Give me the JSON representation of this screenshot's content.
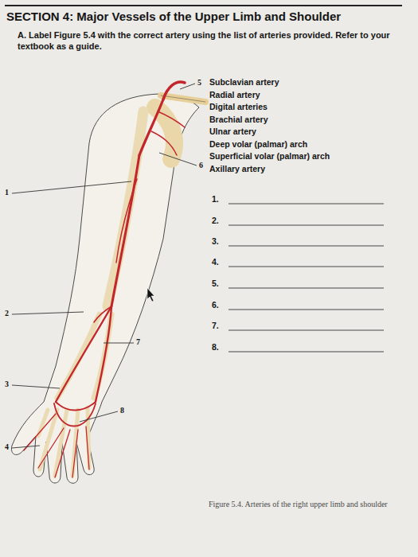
{
  "diagram": {
    "title": "SECTION 4: Major Vessels of the Upper Limb and Shoulder",
    "caption": "Figure 5.4. Arteries of the right upper limb and shoulder",
    "labels": [
      "A. Label Figure 5.4 with the correct artery using the list of arteries provided. Refer to your textbook as a guide.",
      "Subclavian artery",
      "Radial artery",
      "Digital arteries",
      "Brachial artery",
      "Ulnar artery",
      "Deep volar (palmar) arch",
      "Superficial volar (palmar) arch",
      "Axillary artery",
      "1.",
      "2.",
      "3.",
      "4.",
      "5.",
      "6.",
      "7.",
      "8.",
      "5",
      "6",
      "1",
      "2",
      "7",
      "3",
      "8",
      "4"
    ]
  }
}
